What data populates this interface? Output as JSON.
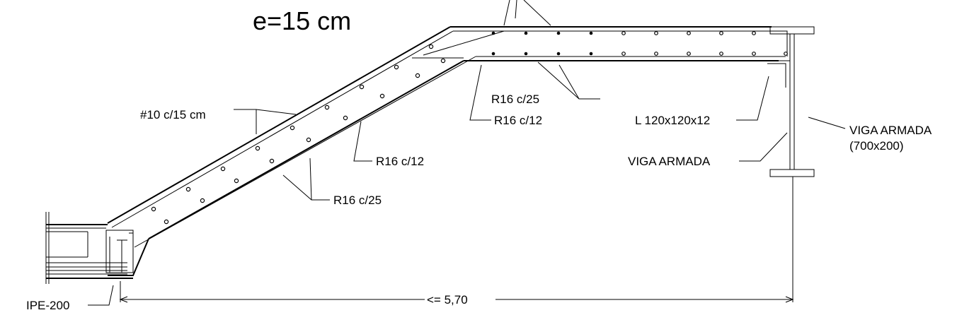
{
  "title": "e=15 cm",
  "labels": {
    "stirrups": "#10 c/15 cm",
    "r16_c12_upper": "R16 c/12",
    "r16_c25_upper": "R16 c/25",
    "r16_c12_lower": "R16 c/12",
    "r16_c25_lower": "R16 c/25",
    "angle": "L 120x120x12",
    "viga_armada_inner": "VIGA ARMADA",
    "viga_armada_outer_1": "VIGA ARMADA",
    "viga_armada_outer_2": "(700x200)",
    "ipe": "IPE-200",
    "dimension": "<= 5,70"
  }
}
